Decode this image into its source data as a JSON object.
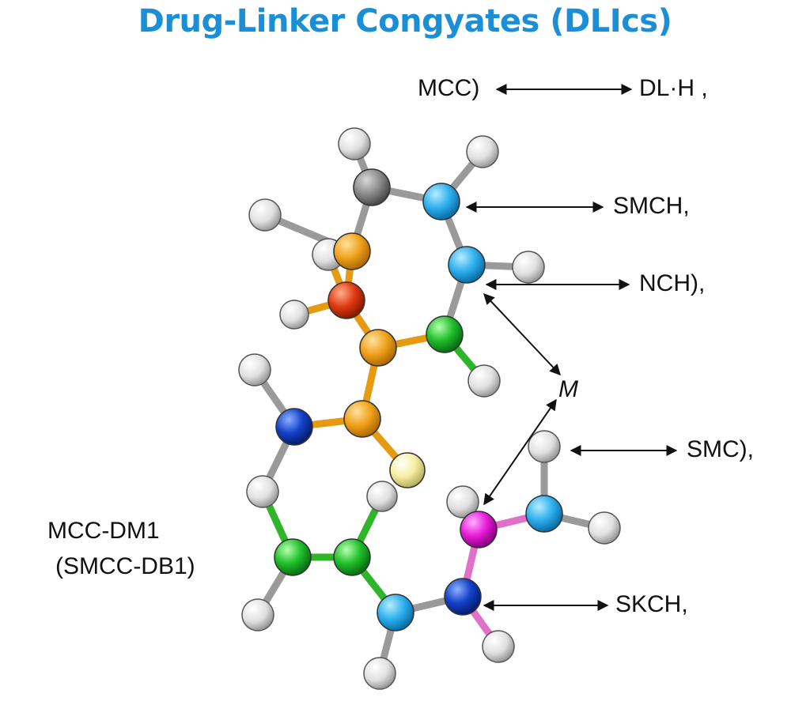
{
  "title": "Drug-Linker Congyates (DLIcs)",
  "colors": {
    "title": "#1a8fd8",
    "bond_gray": "#9a9a9a",
    "bond_orange": "#e59a12",
    "bond_green": "#2fb52a",
    "bond_pink": "#e070c8",
    "arrow": "#111111"
  },
  "labels": {
    "top_left": "MCC)",
    "top_right": "DL·H ,",
    "smch": "SMCH,",
    "nch": "NCH),",
    "m": "M",
    "smc": "SMC),",
    "skch": "SKCH,",
    "compound_line1": "MCC-DM1",
    "compound_line2": "(SMCC-DB1)"
  },
  "atoms": [
    {
      "name": "atom-gray-carbon",
      "color": "#8c8c8c"
    },
    {
      "name": "atom-blue-upper",
      "color": "#2eb0ee"
    },
    {
      "name": "atom-blue-mid",
      "color": "#2eb0ee"
    },
    {
      "name": "atom-orange-top",
      "color": "#f0a21c"
    },
    {
      "name": "atom-red-oxygen",
      "color": "#e03a12"
    },
    {
      "name": "atom-green-right",
      "color": "#1fbf2a"
    },
    {
      "name": "atom-orange-mid",
      "color": "#f0a21c"
    },
    {
      "name": "atom-navy-left",
      "color": "#1240c8"
    },
    {
      "name": "atom-orange-low",
      "color": "#f0a21c"
    },
    {
      "name": "atom-yellow-sulfur",
      "color": "#f6f0a0"
    },
    {
      "name": "atom-green-ring-left",
      "color": "#1fbf2a"
    },
    {
      "name": "atom-green-ring-right",
      "color": "#1fbf2a"
    },
    {
      "name": "atom-blue-lower",
      "color": "#2eb0ee"
    },
    {
      "name": "atom-navy-lower",
      "color": "#1240c8"
    },
    {
      "name": "atom-magenta",
      "color": "#e61bd8"
    },
    {
      "name": "atom-blue-lower-right",
      "color": "#2eb0ee"
    }
  ]
}
